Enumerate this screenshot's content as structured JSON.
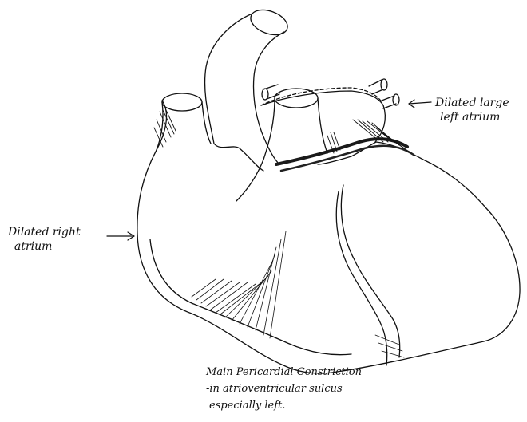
{
  "labels": {
    "right_atrium": [
      "Dilated right",
      "atrium"
    ],
    "left_atrium": [
      "Dilated large",
      "left atrium"
    ],
    "caption": [
      "Main Pericardial Constriction",
      "-in atrioventricular sulcus",
      "especially left."
    ]
  }
}
